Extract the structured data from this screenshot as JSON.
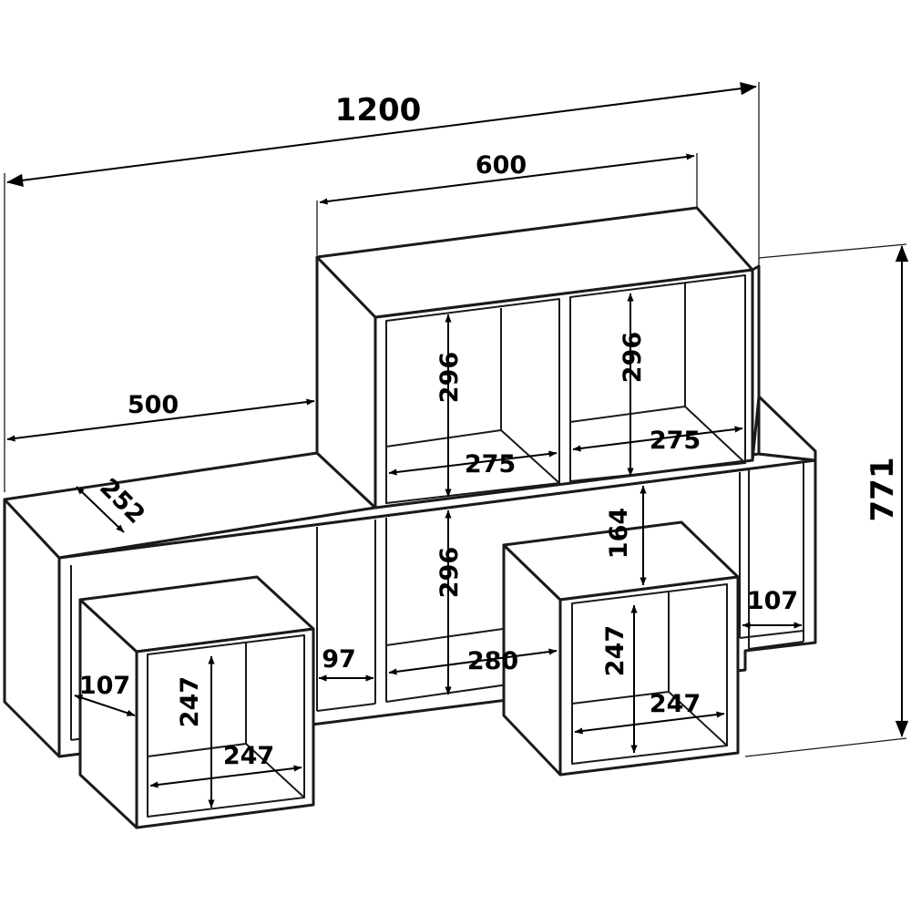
{
  "drawing": {
    "labels": {
      "overall_width": "1200",
      "top_unit_width": "600",
      "left_width": "500",
      "depth": "252",
      "overall_height": "771",
      "top_left_cell_height": "296",
      "top_right_cell_height": "296",
      "top_left_cell_width": "275",
      "top_right_cell_width": "275",
      "middle_cell_height": "296",
      "middle_cell_width": "280",
      "right_gap_height": "164",
      "left_gap_width": "107",
      "right_gap_width": "107",
      "gap_97": "97",
      "left_cube_height": "247",
      "left_cube_width": "247",
      "right_cube_height": "247",
      "right_cube_width": "247"
    }
  }
}
